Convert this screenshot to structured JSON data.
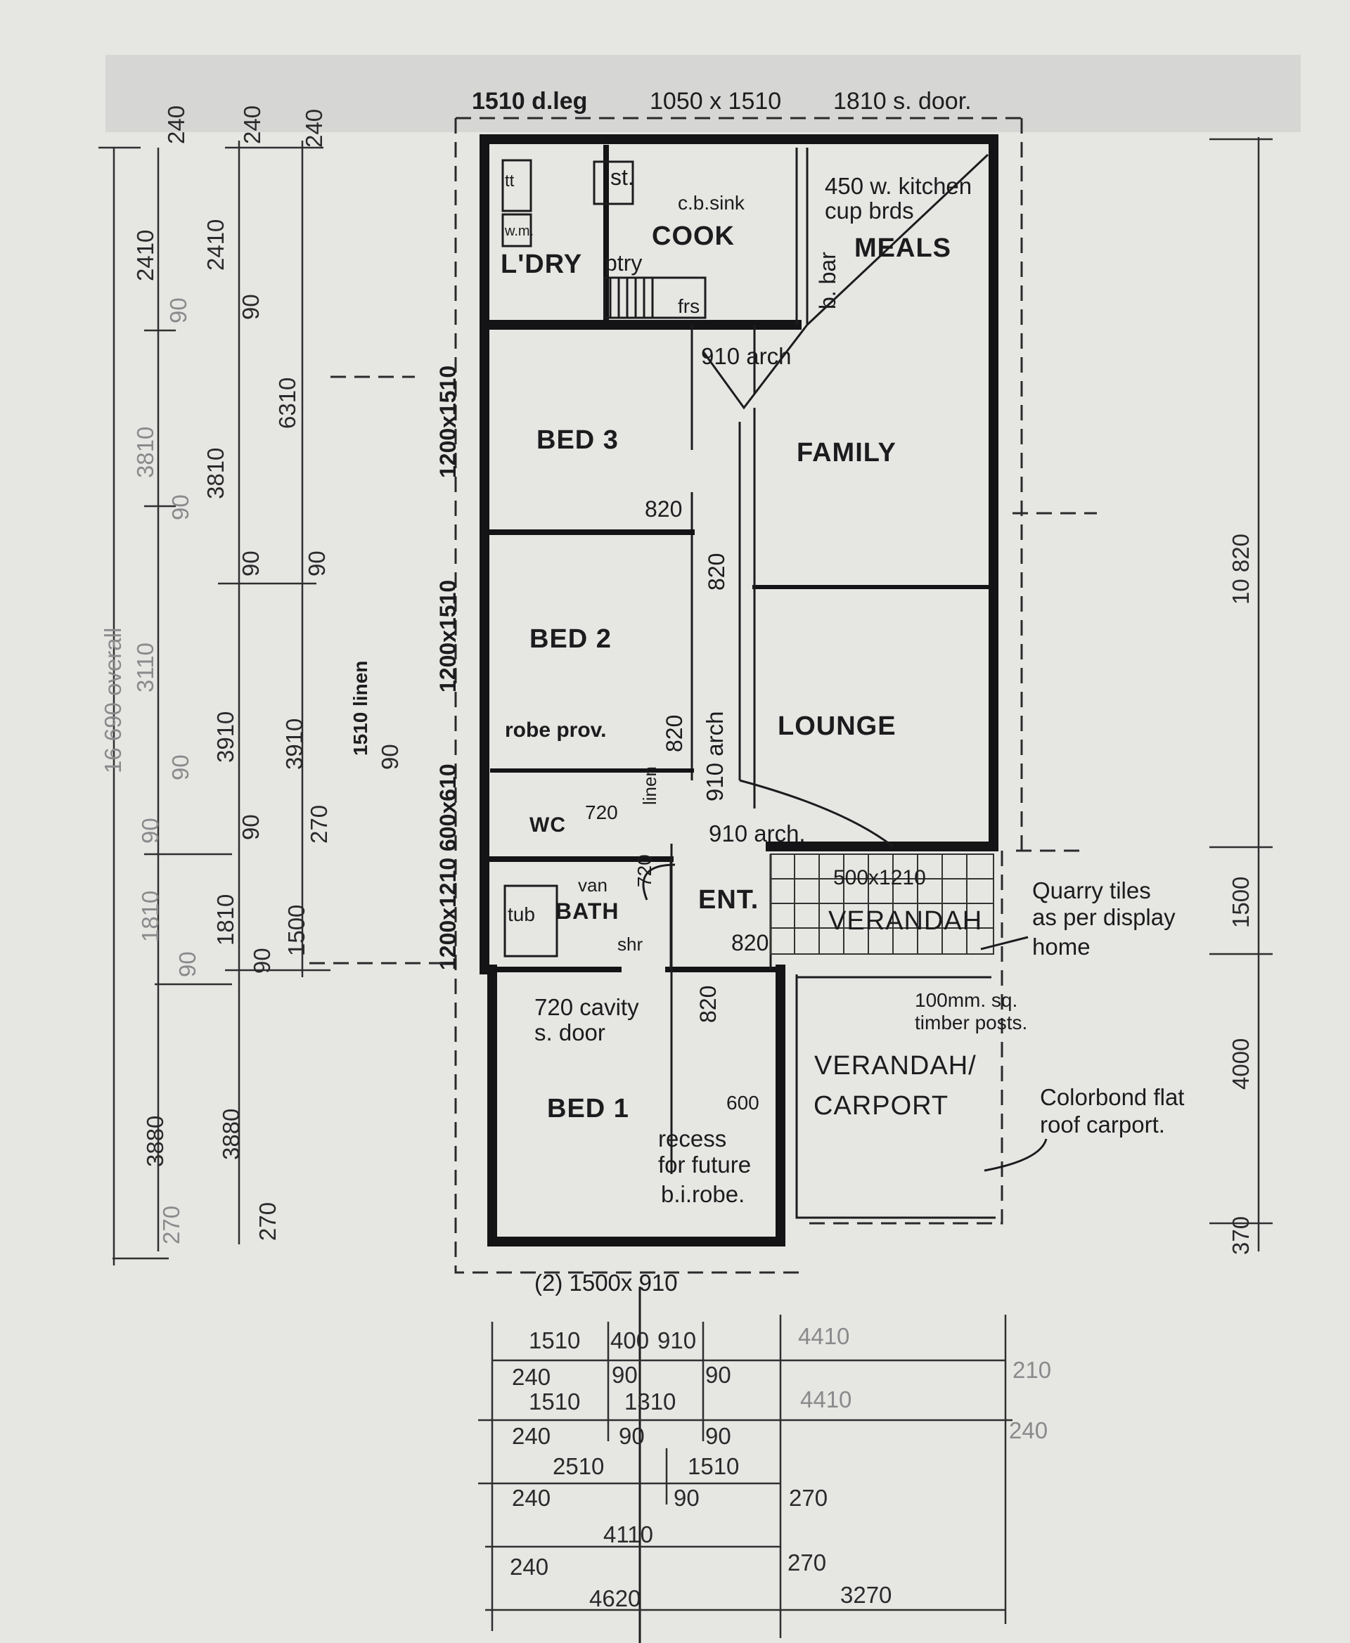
{
  "top_labels": [
    "1510 d.leg",
    "1050 x 1510",
    "1810 s. door."
  ],
  "rooms": {
    "cook": "COOK",
    "laundry": "L'DRY",
    "meals": "MEALS",
    "bed3": "BED 3",
    "family": "FAMILY",
    "bed2": "BED 2",
    "lounge": "LOUNGE",
    "wc": "WC",
    "bath": "BATH",
    "entry": "ENT.",
    "verandah": "VERANDAH",
    "carport_1": "VERANDAH/",
    "carport_2": "CARPORT",
    "bed1": "BED 1"
  },
  "fixtures": {
    "stove": "st.",
    "sink": "c.b.sink",
    "pantry": "ptry",
    "fridge": "frs",
    "tub": "tub",
    "vanity": "van",
    "shower": "shr",
    "breakfast_bar": "b. bar",
    "robe": "robe prov.",
    "linen": "linen",
    "tub_trough": "tt",
    "washing_machine": "w.m."
  },
  "notes": {
    "kitchen_1": "450 w. kitchen",
    "kitchen_2": "cup brds",
    "arch_top": "910 arch",
    "arch_mid": "910 arch.",
    "arch_vert": "910 arch",
    "quarry_1": "Quarry tiles",
    "quarry_2": "as per display",
    "quarry_3": "home",
    "posts_1": "100mm. sq.",
    "posts_2": "timber posts.",
    "colorbond_1": "Colorbond flat",
    "colorbond_2": "roof carport.",
    "cavity_1": "720 cavity",
    "cavity_2": "s. door",
    "recess_1": "recess",
    "recess_2": "for future",
    "recess_3": "b.i.robe.",
    "bottom_window": "(2) 1500x 910",
    "verandah_window": "500x1210",
    "linen_dim": "1510 linen"
  },
  "door_widths": [
    "820",
    "820",
    "820",
    "720",
    "720",
    "820",
    "820",
    "600"
  ],
  "window_labels": [
    "1200x1510",
    "1200x1510",
    "1200x1210 600x610"
  ],
  "left_dims": {
    "overall": "16 690 overall",
    "col_a": [
      "2410",
      "90",
      "3810",
      "90",
      "3110",
      "90",
      "90",
      "1810",
      "90",
      "3880",
      "270"
    ],
    "col_b": [
      "240",
      "2410",
      "90",
      "3810",
      "90",
      "3910",
      "90",
      "1810",
      "90",
      "3880",
      "270"
    ],
    "col_c": [
      "240",
      "240",
      "6310",
      "90",
      "3910",
      "270",
      "1500",
      "90"
    ]
  },
  "right_dims": [
    "10 820",
    "1500",
    "4000",
    "370"
  ],
  "bottom_dims": {
    "row1": [
      "1510",
      "400",
      "910",
      "4410"
    ],
    "row2": [
      "240",
      "90",
      "90",
      "210"
    ],
    "row3": [
      "1510",
      "1310",
      "4410"
    ],
    "row4": [
      "240",
      "90",
      "90",
      "240"
    ],
    "row5": [
      "2510",
      "1510"
    ],
    "row6": [
      "240",
      "90",
      "270"
    ],
    "row7": [
      "4110"
    ],
    "row8": [
      "240",
      "270"
    ],
    "row9": [
      "4620",
      "3270"
    ]
  }
}
